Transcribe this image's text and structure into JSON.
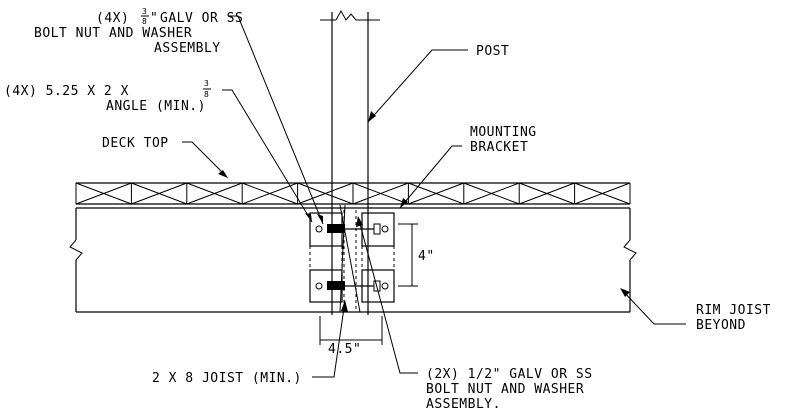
{
  "labels": {
    "bolt_top_line1": "(4X)",
    "bolt_top_line1b": "GALV OR SS",
    "bolt_top_line2": "BOLT NUT AND WASHER",
    "bolt_top_line3": "ASSEMBLY",
    "angle_line1": "(4X) 5.25 X 2  X",
    "angle_line2": "ANGLE (MIN.)",
    "deck_top": "DECK TOP",
    "post": "POST",
    "mounting_bracket_1": "MOUNTING",
    "mounting_bracket_2": "BRACKET",
    "rim_joist_1": "RIM JOIST",
    "rim_joist_2": "BEYOND",
    "joist": "2 X 8 JOIST (MIN.)",
    "bolt_bottom_line1": "(2X) 1/2\" GALV OR SS",
    "bolt_bottom_line2": "BOLT NUT AND WASHER",
    "bolt_bottom_line3": "ASSEMBLY."
  },
  "fractions": {
    "three_eighths_num": "3",
    "three_eighths_den": "8"
  },
  "dimensions": {
    "vertical_spacing": "4\"",
    "width": "4.5\""
  }
}
